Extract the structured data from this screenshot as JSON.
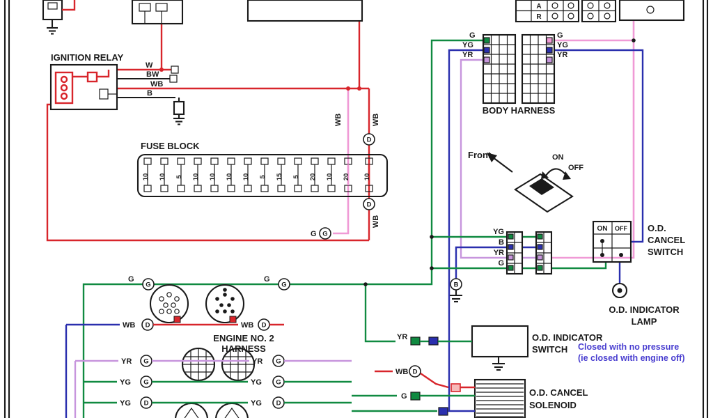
{
  "colors": {
    "red": "#d8252b",
    "pink": "#f09ad6",
    "violet": "#c795dd",
    "green": "#108a41",
    "blue": "#2a2fae",
    "note_blue": "#4a3fd0",
    "line": "#1a1a1a"
  },
  "components": {
    "ignition_relay": "IGNITION RELAY",
    "fuse_block": "FUSE BLOCK",
    "body_harness": "BODY HARNESS",
    "engine_harness_line1": "ENGINE NO. 2",
    "engine_harness_line2": "HARNESS",
    "front": "Front",
    "on": "ON",
    "off": "OFF",
    "od_cancel_switch_line1": "O.D.",
    "od_cancel_switch_line2": "CANCEL",
    "od_cancel_switch_line3": "SWITCH",
    "od_indicator_lamp_line1": "O.D. INDICATOR",
    "od_indicator_lamp_line2": "LAMP",
    "od_indicator_switch_line1": "O.D. INDICATOR",
    "od_indicator_switch_line2": "SWITCH",
    "od_cancel_solenoid_line1": "O.D. CANCEL",
    "od_cancel_solenoid_line2": "SOLENOID"
  },
  "note": {
    "line1": "Closed with no pressure",
    "line2": "(ie closed with engine off)"
  },
  "relay_wires": {
    "w": "W",
    "bw": "BW",
    "wb": "WB",
    "b": "B"
  },
  "fuse_wire_label": "WB",
  "fuse_connector_letter": "D",
  "fuse_ground_label": "G",
  "fuse_ground_circle": "G",
  "fuses": [
    "10",
    "10",
    "5",
    "10",
    "10",
    "10",
    "10",
    "5",
    "15",
    "5",
    "20",
    "10",
    "20",
    "10"
  ],
  "harness_left": {
    "g": "G",
    "yg": "YG",
    "yr": "YR"
  },
  "harness_right": {
    "g": "G",
    "yg": "YG",
    "yr": "YR"
  },
  "mid_pins": {
    "yg": "YG",
    "b": "B",
    "yr": "YR",
    "g": "G"
  },
  "ground_circle": "B",
  "engine_rows": [
    {
      "left": "G",
      "left_c": "G",
      "right": "G",
      "right_c": "G"
    },
    {
      "left": "WB",
      "left_c": "D",
      "right": "WB",
      "right_c": "D"
    },
    {
      "left": "YR",
      "left_c": "G",
      "right": "YR",
      "right_c": "G"
    },
    {
      "left": "YG",
      "left_c": "G",
      "right": "YG",
      "right_c": "G"
    },
    {
      "left": "YG",
      "left_c": "D",
      "right": "YG",
      "right_c": "D"
    }
  ],
  "bottom": {
    "yr": "YR",
    "wb": "WB",
    "wb_circle": "D",
    "g": "G"
  },
  "top_right": {
    "a": "A",
    "r": "R"
  }
}
